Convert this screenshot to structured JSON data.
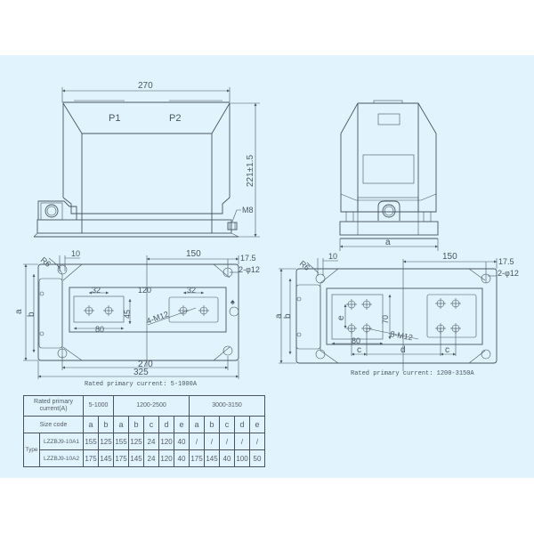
{
  "colors": {
    "background": "#ffffff",
    "panel": "#e1f3fc",
    "line": "#4a5560"
  },
  "front_view": {
    "width_dim": "270",
    "height_dim": "221±1.5",
    "terminal_p1": "P1",
    "terminal_p2": "P2",
    "bolt_label": "M8"
  },
  "side_view": {
    "width_dim": "a"
  },
  "plan_view_small": {
    "dim_radius": "R6",
    "dim_slot": "10",
    "dim_center": "150",
    "dim_edge": "17.5",
    "dim_holes": "2-φ12",
    "dim_pitch_left": "32",
    "dim_pitch_right": "32",
    "dim_terminal_spacing": "120",
    "dim_height": "45",
    "dim_width": "80",
    "thread_label": "4-M12",
    "dim_a": "a",
    "dim_b": "b",
    "dim_mount": "270",
    "dim_overall": "325",
    "caption": "Rated primary current: 5-1000A"
  },
  "plan_view_large": {
    "dim_radius": "R6",
    "dim_slot": "10",
    "dim_center": "150",
    "dim_edge": "17.5",
    "dim_holes": "2-φ12",
    "dim_e": "e",
    "dim_height": "70",
    "dim_width": "80",
    "thread_label": "8-M12",
    "dim_c_left": "c",
    "dim_c_right": "c",
    "dim_d": "d",
    "dim_a": "a",
    "dim_b": "b",
    "caption": "Rated primary current: 1200-3150A"
  },
  "table": {
    "header_current": "Rated primary current(A)",
    "groups": [
      "5-1000",
      "1200-2500",
      "3000-3150"
    ],
    "size_code_label": "Size code",
    "size_codes": [
      "a",
      "b",
      "a",
      "b",
      "c",
      "d",
      "e",
      "a",
      "b",
      "c",
      "d",
      "e"
    ],
    "type_label": "Type",
    "rows": [
      {
        "model": "LZZBJ9-10A1",
        "values": [
          "155",
          "125",
          "155",
          "125",
          "24",
          "120",
          "40",
          "/",
          "/",
          "/",
          "/",
          "/"
        ]
      },
      {
        "model": "LZZBJ9-10A2",
        "values": [
          "175",
          "145",
          "175",
          "145",
          "24",
          "120",
          "40",
          "175",
          "145",
          "40",
          "100",
          "50"
        ]
      }
    ]
  }
}
